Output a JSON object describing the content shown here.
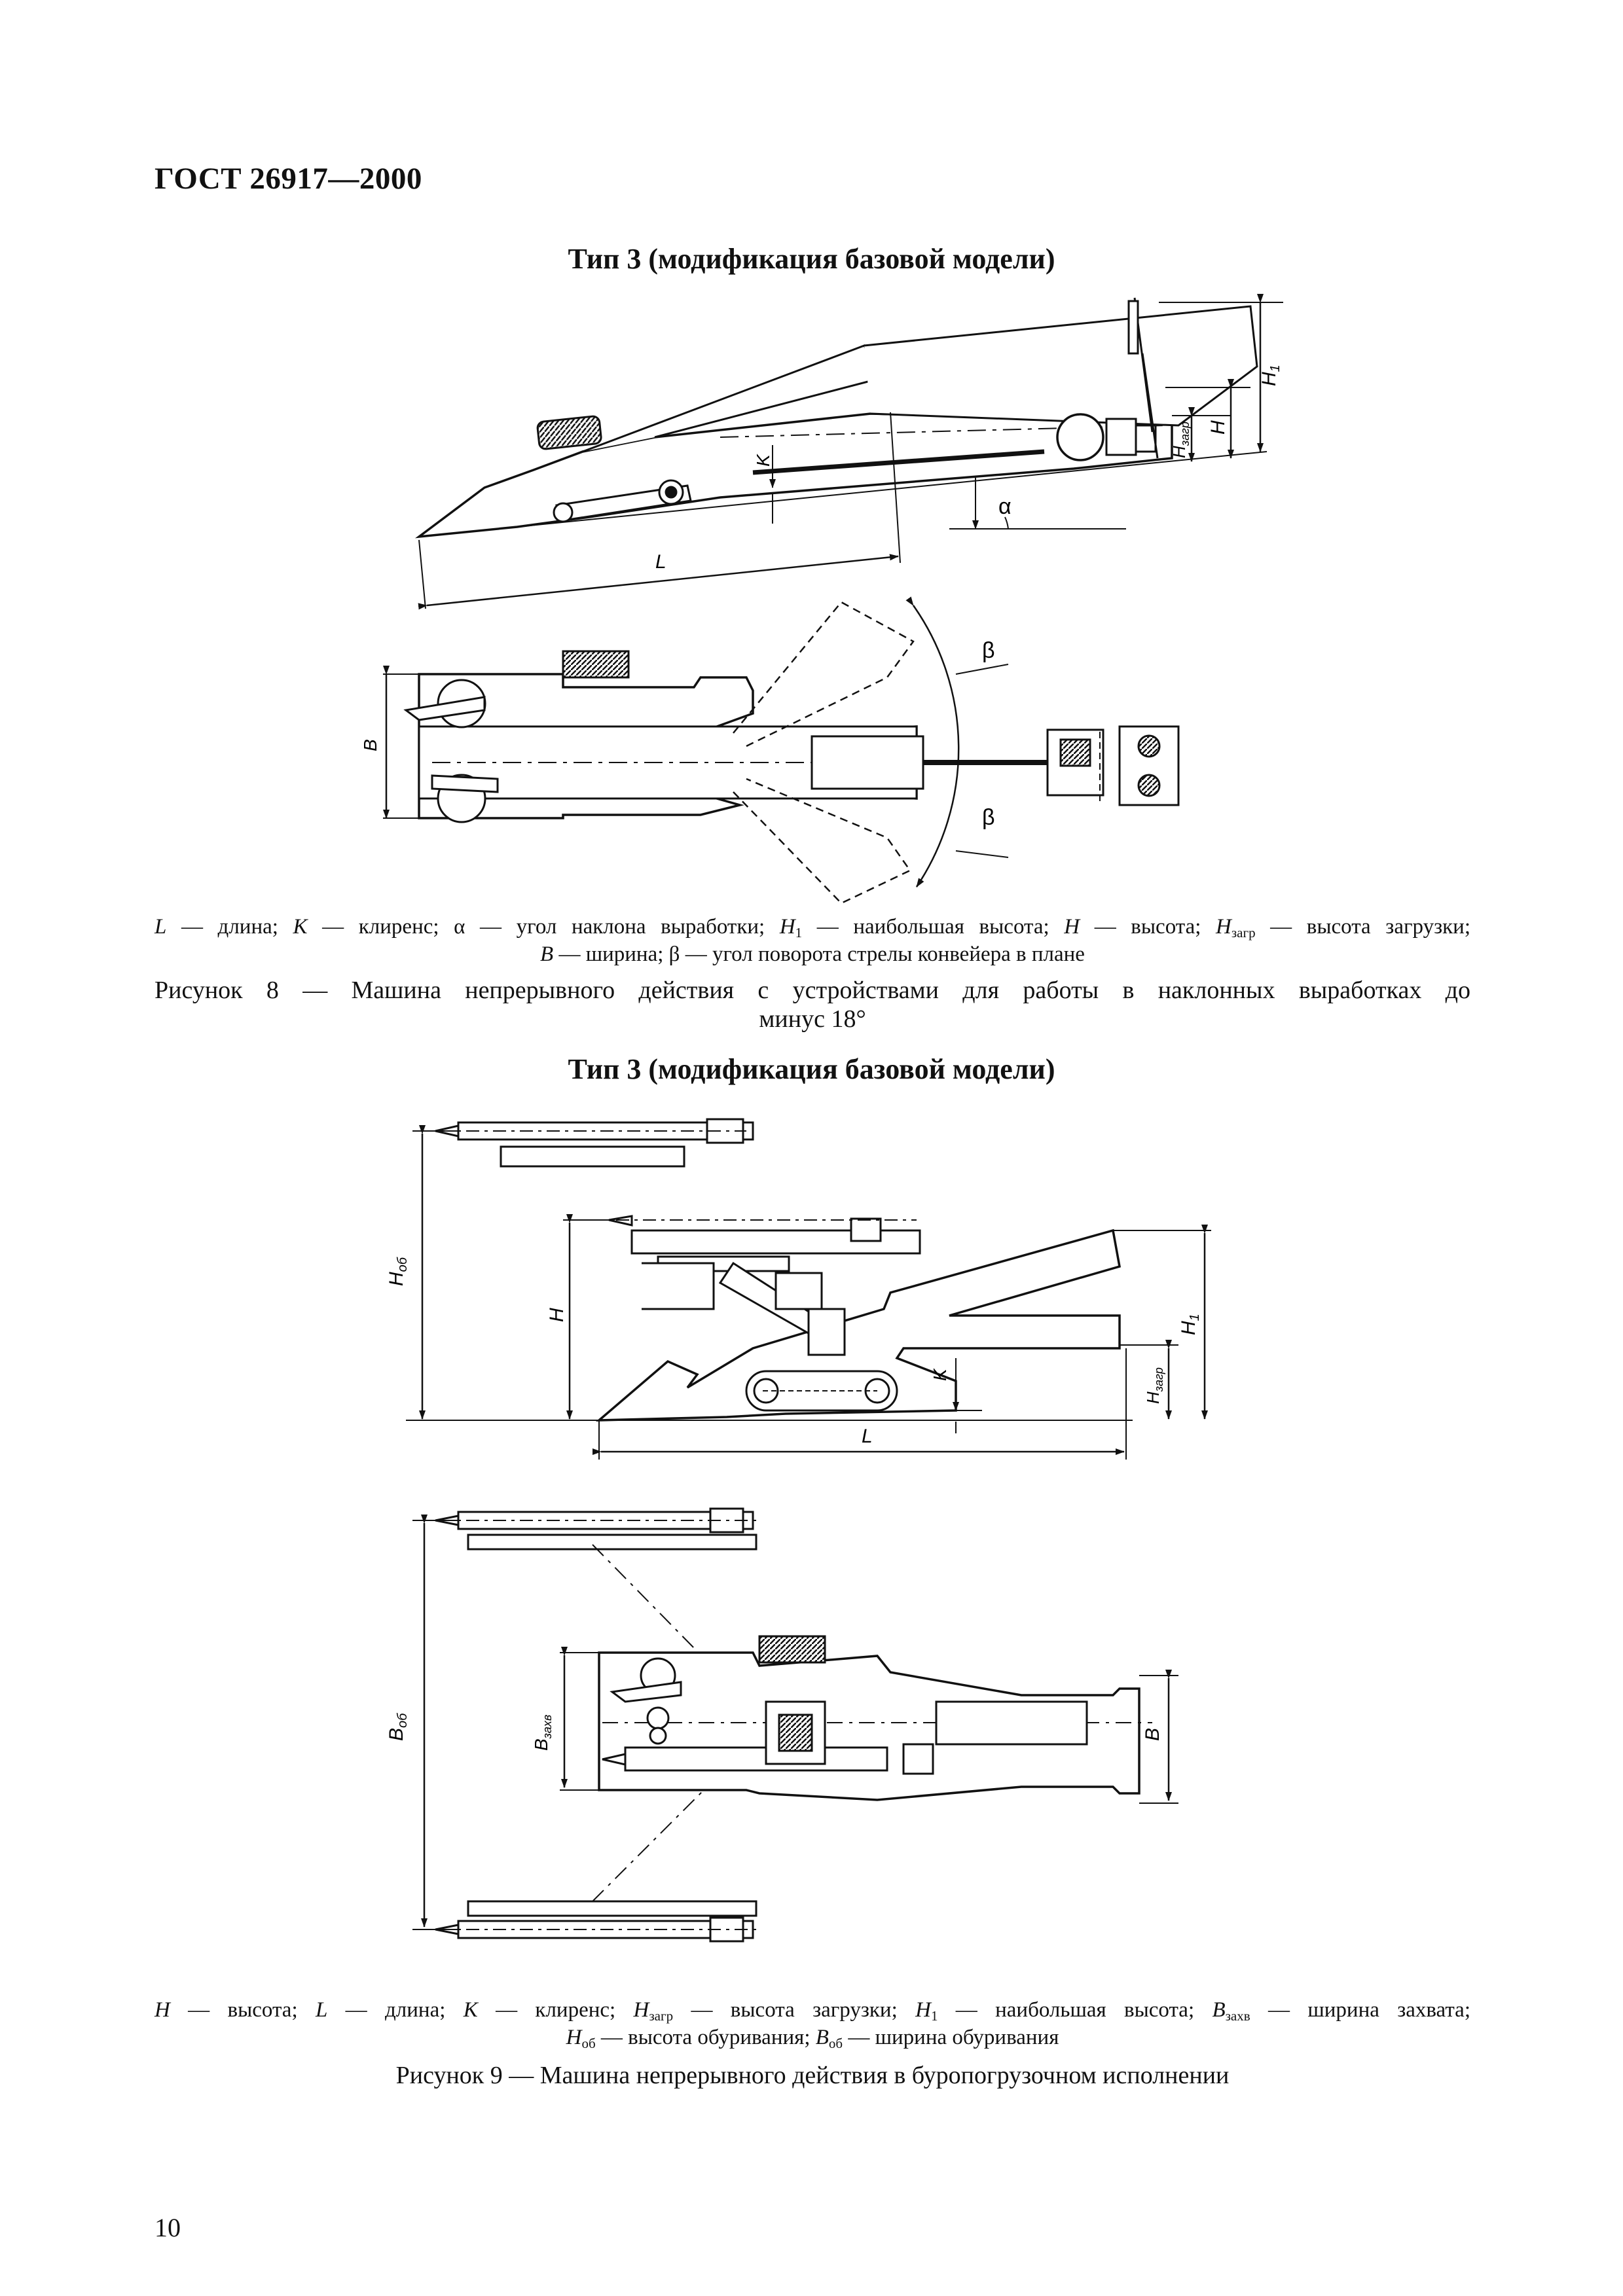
{
  "header": {
    "standard_code": "ГОСТ 26917—2000"
  },
  "figure8": {
    "heading": "Тип 3 (модификация базовой модели)",
    "labels": {
      "L": "L",
      "K": "K",
      "alpha": "α",
      "H": "H",
      "H1": "H",
      "H1_sub": "1",
      "Hzagr": "H",
      "Hzagr_sub": "загр",
      "B": "B",
      "beta": "β"
    },
    "legend_line1": {
      "L": "L",
      "L_text": " — длина; ",
      "K": "K",
      "K_text": " — клиренс; ",
      "alpha_text": "α — угол наклона выработки; ",
      "H1": "H",
      "H1_sub": "1",
      "H1_text": " — наибольшая высота; ",
      "H": "H",
      "H_text": " — высота; ",
      "Hz": "H",
      "Hz_sub": "загр",
      "Hz_text": " — высота загрузки;"
    },
    "legend_line2": {
      "B": "B",
      "B_text": " — ширина; ",
      "beta_text": "β — угол поворота стрелы конвейера в плане"
    },
    "caption_line1": "Рисунок 8 — Машина непрерывного действия с устройствами для работы в наклонных выработках до",
    "caption_line2": "минус 18°"
  },
  "figure9": {
    "heading": "Тип 3 (модификация базовой модели)",
    "labels": {
      "Hob": "H",
      "Hob_sub": "об",
      "H": "H",
      "H1": "H",
      "H1_sub": "1",
      "Hzagr": "H",
      "Hzagr_sub": "загр",
      "K": "K",
      "L": "L",
      "Bob": "B",
      "Bob_sub": "об",
      "Bzahv": "B",
      "Bzahv_sub": "захв",
      "B": "B"
    },
    "legend_line1": {
      "H": "H",
      "H_text": " — высота; ",
      "L": "L",
      "L_text": " — длина; ",
      "K": "K",
      "K_text": " — клиренс; ",
      "Hz": "H",
      "Hz_sub": "загр",
      "Hz_text": " — высота загрузки; ",
      "H1": "H",
      "H1_sub": "1",
      "H1_text": " — наибольшая высота; ",
      "Bz": "B",
      "Bz_sub": "захв",
      "Bz_text": " — ширина захвата;"
    },
    "legend_line2": {
      "Ho": "H",
      "Ho_sub": "об",
      "Ho_text": " — высота обуривания; ",
      "Bo": "B",
      "Bo_sub": "об",
      "Bo_text": " — ширина обуривания"
    },
    "caption": "Рисунок 9 — Машина непрерывного действия в буропогрузочном исполнении"
  },
  "page_number": "10"
}
